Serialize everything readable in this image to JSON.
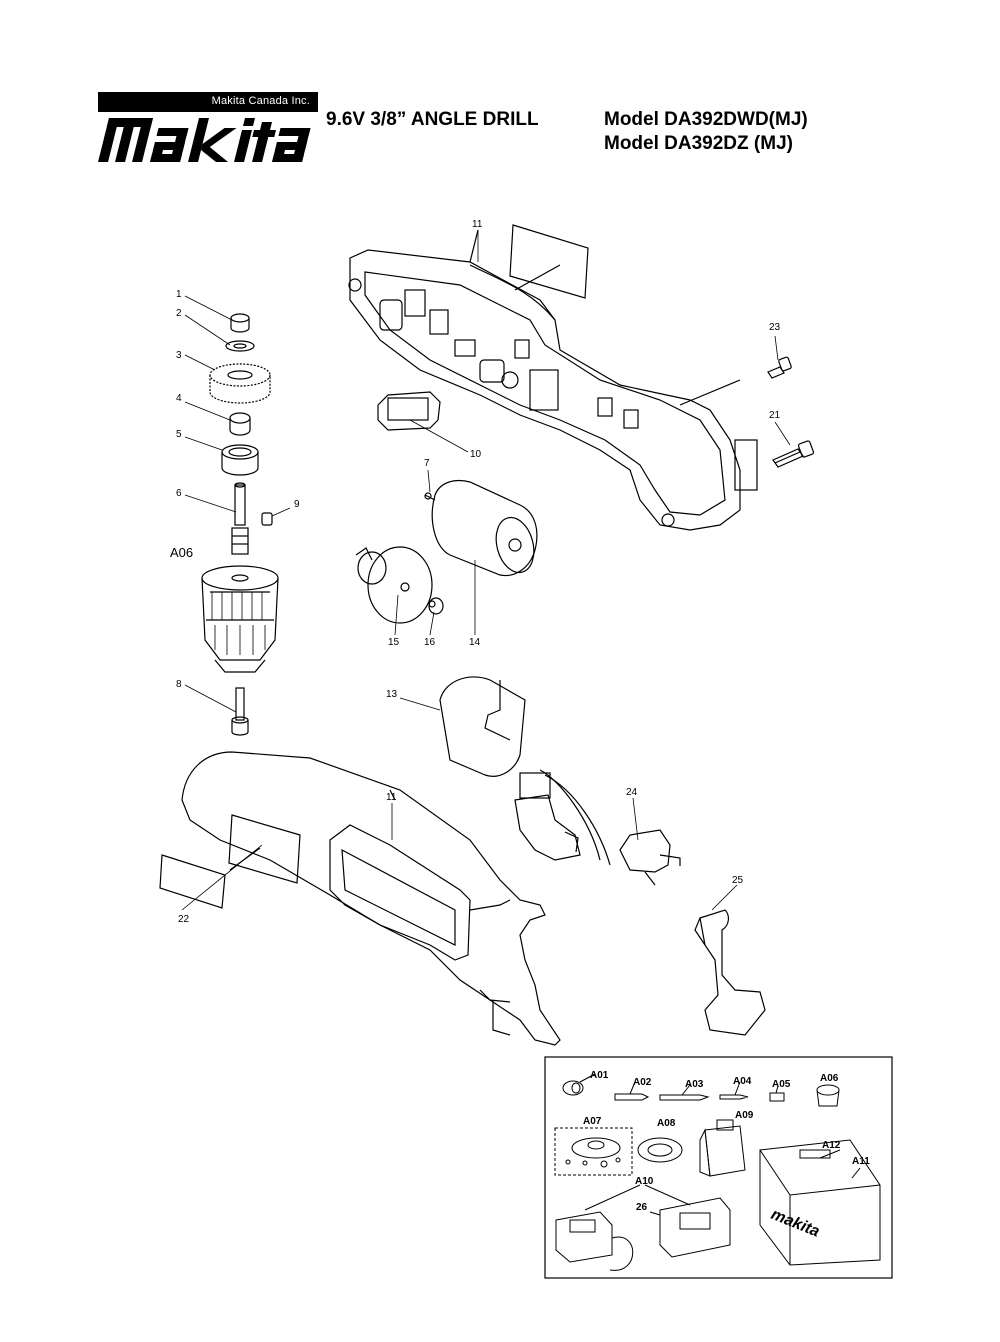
{
  "brand": {
    "company": "Makita Canada Inc.",
    "wordmark": "makita"
  },
  "header": {
    "title": "9.6V 3/8” ANGLE DRILL",
    "models": [
      "Model  DA392DWD(MJ)",
      "Model  DA392DZ (MJ)"
    ]
  },
  "parts": {
    "p1": "1",
    "p2": "2",
    "p3": "3",
    "p4": "4",
    "p5": "5",
    "p6": "6",
    "p7": "7",
    "p8": "8",
    "p9": "9",
    "p10": "10",
    "p11a": "11",
    "p11b": "11",
    "p13": "13",
    "p14": "14",
    "p15": "15",
    "p16": "16",
    "p21": "21",
    "p22": "22",
    "p23": "23",
    "p24": "24",
    "p25": "25",
    "a06": "A06"
  },
  "accessories": {
    "a01": "A01",
    "a02": "A02",
    "a03": "A03",
    "a04": "A04",
    "a05": "A05",
    "a06": "A06",
    "a07": "A07",
    "a08": "A08",
    "a09": "A09",
    "a10": "A10",
    "a11": "A11",
    "a12": "A12",
    "p26": "26"
  },
  "colors": {
    "ink": "#000000",
    "paper": "#ffffff"
  }
}
